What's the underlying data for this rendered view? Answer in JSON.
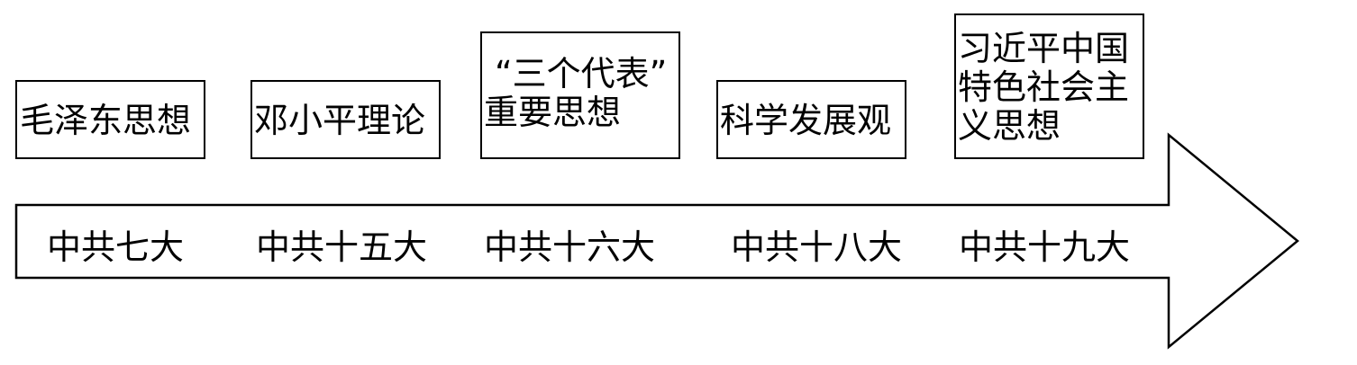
{
  "theories": [
    {
      "lines": [
        "毛泽东思想"
      ]
    },
    {
      "lines": [
        "邓小平理论"
      ]
    },
    {
      "lines": [
        "“三个代表”",
        "重要思想"
      ]
    },
    {
      "lines": [
        "科学发展观"
      ]
    },
    {
      "lines": [
        "习近平中国",
        "特色社会主",
        "义思想"
      ]
    }
  ],
  "congresses": [
    "中共七大",
    "中共十五大",
    "中共十六大",
    "中共十八大",
    "中共十九大"
  ],
  "colors": {
    "stroke": "#000000",
    "background": "#ffffff"
  }
}
